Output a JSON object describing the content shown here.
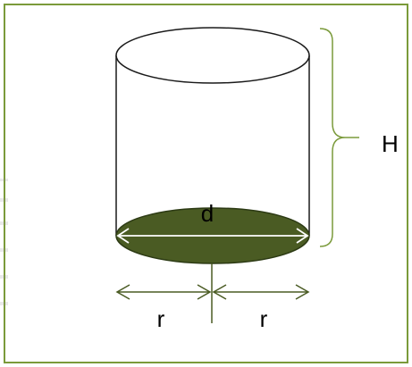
{
  "diagram": {
    "labels": {
      "diameter": "d",
      "height": "H",
      "radius_left": "r",
      "radius_right": "r"
    },
    "colors": {
      "frame_border": "#7a9a3a",
      "base_fill": "#4a5b23",
      "outline": "#1a1a1a",
      "arrow": "#4a5b23"
    }
  }
}
